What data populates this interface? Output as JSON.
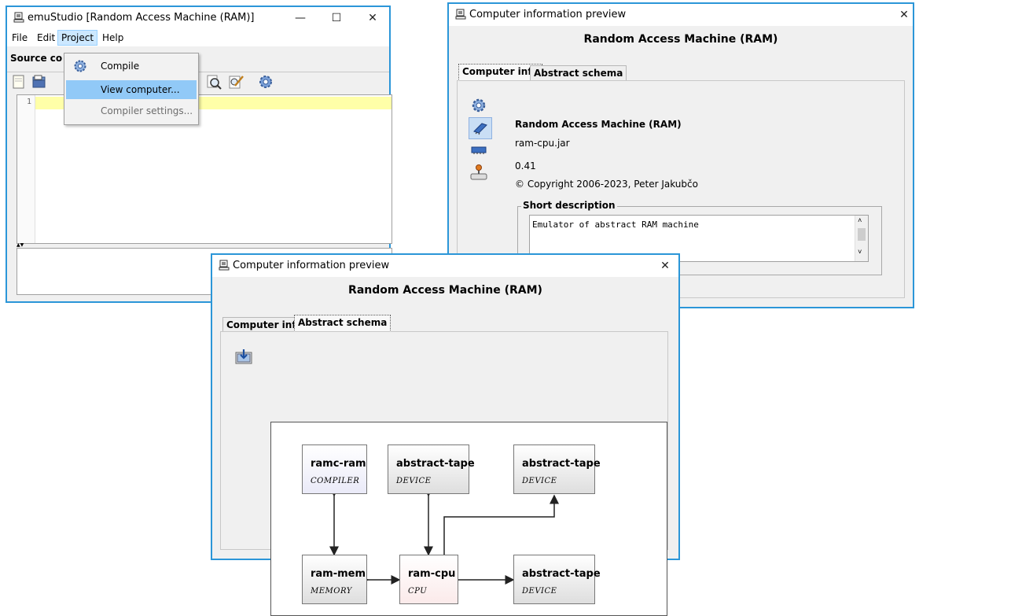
{
  "main_window": {
    "title": "emuStudio [Random Access Machine (RAM)]",
    "controls": {
      "minimize": "—",
      "maximize": "☐",
      "close": "✕"
    },
    "menu": [
      "File",
      "Edit",
      "Project",
      "Help"
    ],
    "source_label": "Source co",
    "editor": {
      "line_number": "1"
    },
    "project_menu": {
      "items": [
        {
          "label": "Compile",
          "icon": "gear-icon",
          "state": "normal"
        },
        {
          "label": "View computer...",
          "state": "selected"
        },
        {
          "label": "Compiler settings...",
          "state": "disabled"
        }
      ]
    }
  },
  "info_window": {
    "title": "Computer information preview",
    "close": "✕",
    "heading": "Random Access Machine (RAM)",
    "tabs": [
      "Computer info",
      "Abstract schema"
    ],
    "active_tab": "Computer info",
    "plugin_name": "Random Access Machine (RAM)",
    "file_name": "ram-cpu.jar",
    "version": "0.41",
    "copyright": "© Copyright 2006-2023, Peter Jakubčo",
    "short_description_label": "Short description",
    "short_description": "Emulator of abstract RAM machine",
    "scroll": {
      "up": "˄",
      "down": "˅"
    }
  },
  "schema_window": {
    "title": "Computer information preview",
    "close": "✕",
    "heading": "Random Access Machine (RAM)",
    "tabs": [
      "Computer info",
      "Abstract schema"
    ],
    "active_tab": "Abstract schema",
    "boxes": {
      "compiler": {
        "name": "ramc-ram",
        "type": "COMPILER"
      },
      "tape1": {
        "name": "abstract-tape",
        "type": "DEVICE"
      },
      "tape2": {
        "name": "abstract-tape",
        "type": "DEVICE"
      },
      "memory": {
        "name": "ram-mem",
        "type": "MEMORY"
      },
      "cpu": {
        "name": "ram-cpu",
        "type": "CPU"
      },
      "tape3": {
        "name": "abstract-tape",
        "type": "DEVICE"
      }
    }
  },
  "colors": {
    "window_border": "#2b96d8",
    "menu_selected": "#91c9f7",
    "current_line": "#ffffa8"
  }
}
